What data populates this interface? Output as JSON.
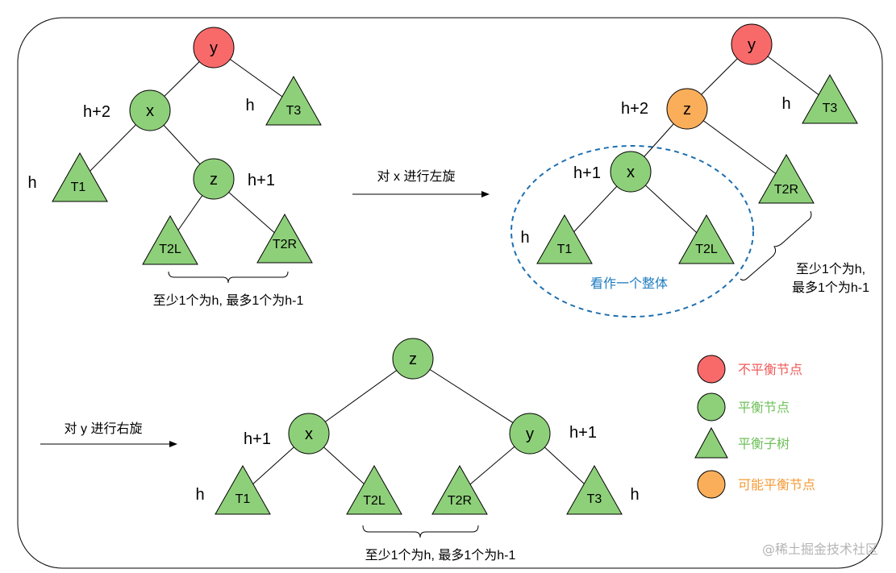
{
  "colors": {
    "unbalanced": "#F86A6A",
    "balanced": "#8ED07A",
    "maybe": "#FBAE5A",
    "group_outline": "#1E6FB0",
    "group_text": "#1E7BC0",
    "legend_unbalanced": "#F05A5A",
    "legend_balanced": "#6FC05A",
    "legend_maybe": "#F59A36"
  },
  "nodes": {
    "y": "y",
    "x": "x",
    "z": "z"
  },
  "subtrees": {
    "t1": "T1",
    "t2l": "T2L",
    "t2r": "T2R",
    "t3": "T3"
  },
  "heights": {
    "h": "h",
    "h_plus_1": "h+1",
    "h_plus_2": "h+2"
  },
  "steps": {
    "left_rotate": "对 x 进行左旋",
    "right_rotate": "对 y  进行右旋"
  },
  "notes": {
    "constraint": "至少1个为h, 最多1个为h-1",
    "constraint_line1": "至少1个为h,",
    "constraint_line2": "最多1个为h-1",
    "as_whole": "看作一个整体"
  },
  "legend": {
    "unbalanced": "不平衡节点",
    "balanced": "平衡节点",
    "balanced_subtree": "平衡子树",
    "maybe_balanced": "可能平衡节点"
  },
  "watermark": "@稀土掘金技术社区"
}
